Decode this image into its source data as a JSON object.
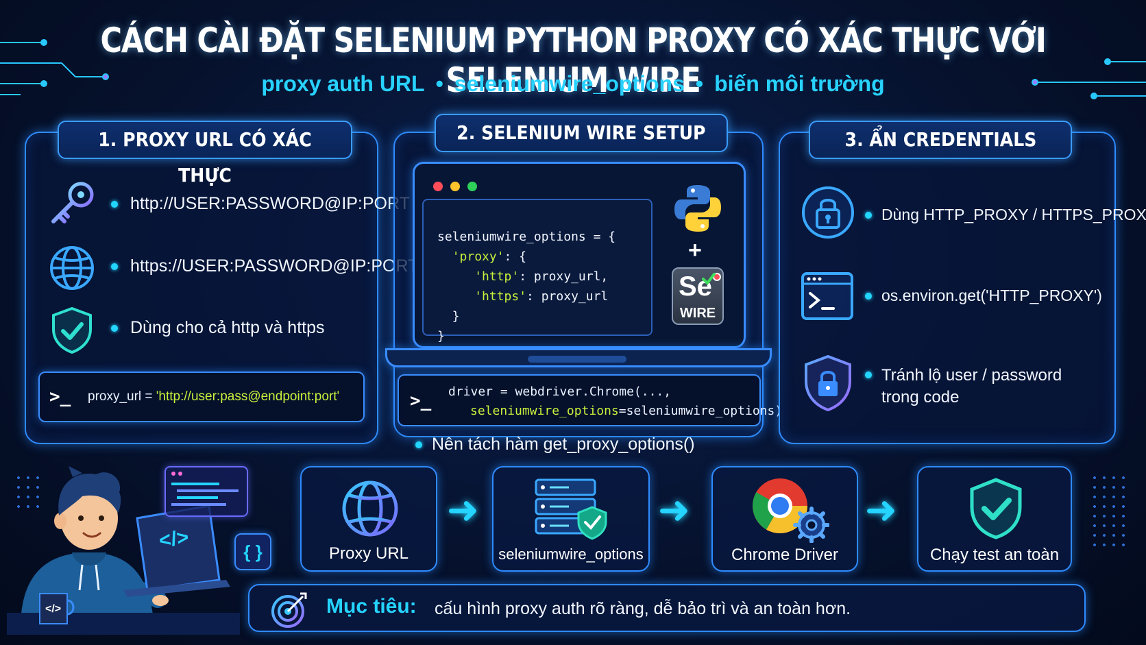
{
  "title": "CÁCH CÀI ĐẶT SELENIUM PYTHON PROXY CÓ XÁC THỰC VỚI SELENIUM WIRE",
  "subtitle": {
    "items": [
      "proxy auth URL",
      "seleniumwire_options",
      "biến môi trường"
    ],
    "separator": "•"
  },
  "panel1": {
    "heading": "1. PROXY URL CÓ XÁC THỰC",
    "bullets": [
      {
        "icon": "key-icon",
        "text": "http://USER:PASSWORD@IP:PORT"
      },
      {
        "icon": "globe-icon",
        "text": "https://USER:PASSWORD@IP:PORT"
      },
      {
        "icon": "shield-check-icon",
        "text": "Dùng cho cả http và https"
      }
    ],
    "terminal": {
      "prompt": ">_",
      "code_prefix": "proxy_url = ",
      "code_string": "'http://user:pass@endpoint:port'"
    }
  },
  "panel2": {
    "heading": "2. SELENIUM WIRE SETUP",
    "code_lines": [
      "seleniumwire_options = {",
      "  'proxy': {",
      "     'http': proxy_url,",
      "     'https': proxy_url",
      "  }",
      "}"
    ],
    "plus": "+",
    "badge": {
      "se": "Se",
      "wire": "WIRE"
    },
    "terminal": {
      "prompt": ">_",
      "line1": "driver = webdriver.Chrome(...,",
      "line2_key": "seleniumwire_options",
      "line2_rest": "=seleniumwire_options)"
    },
    "note": "Nên tách hàm get_proxy_options()"
  },
  "panel3": {
    "heading": "3. ẨN CREDENTIALS",
    "bullets": [
      {
        "icon": "lock-icon",
        "lines": [
          "Dùng HTTP_PROXY / HTTPS_PROXY"
        ]
      },
      {
        "icon": "terminal-icon",
        "lines": [
          "os.environ.get('HTTP_PROXY')"
        ]
      },
      {
        "icon": "shield-lock-icon",
        "lines": [
          "Tránh lộ user / password",
          "trong code"
        ]
      }
    ]
  },
  "flow": {
    "steps": [
      {
        "icon": "globe-icon",
        "label": "Proxy URL"
      },
      {
        "icon": "server-shield-icon",
        "label": "seleniumwire_options"
      },
      {
        "icon": "chrome-gear-icon",
        "label": "Chrome Driver"
      },
      {
        "icon": "shield-check-icon",
        "label": "Chạy test an toàn"
      }
    ]
  },
  "goal": {
    "label": "Mục tiêu:",
    "text": "cấu hình proxy auth rõ ràng, dễ bảo trì và an toàn hơn."
  },
  "illustration": {
    "laptop_code": "</>",
    "braces": "{ }",
    "mug_code": "</>"
  },
  "colors": {
    "accent_cyan": "#22d6ff",
    "border_blue": "#2f8bff",
    "string_green": "#c8f03c",
    "background": "#06122e"
  }
}
